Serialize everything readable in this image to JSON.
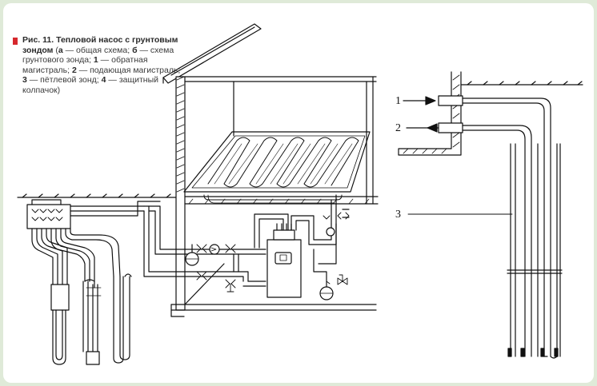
{
  "caption": {
    "fig": "Рис. 11. Тепловой насос с грунтовым зондом",
    "p1": " (",
    "a": "а",
    "a_text": " — общая схема; ",
    "b": "б",
    "b_text": " — схема грунтового зонда; ",
    "n1": "1",
    "t1": " — обратная магистраль; ",
    "n2": "2",
    "t2": " — подающая магистраль; ",
    "n3": "3",
    "t3": " — пётлевой зонд; ",
    "n4": "4",
    "t4": " — защитный колпачок)"
  },
  "labels": {
    "l1": "1",
    "l2": "2",
    "l3": "3"
  },
  "colors": {
    "accent": "#d6282d",
    "frame_bg": "#dfead8",
    "line": "#111111"
  }
}
